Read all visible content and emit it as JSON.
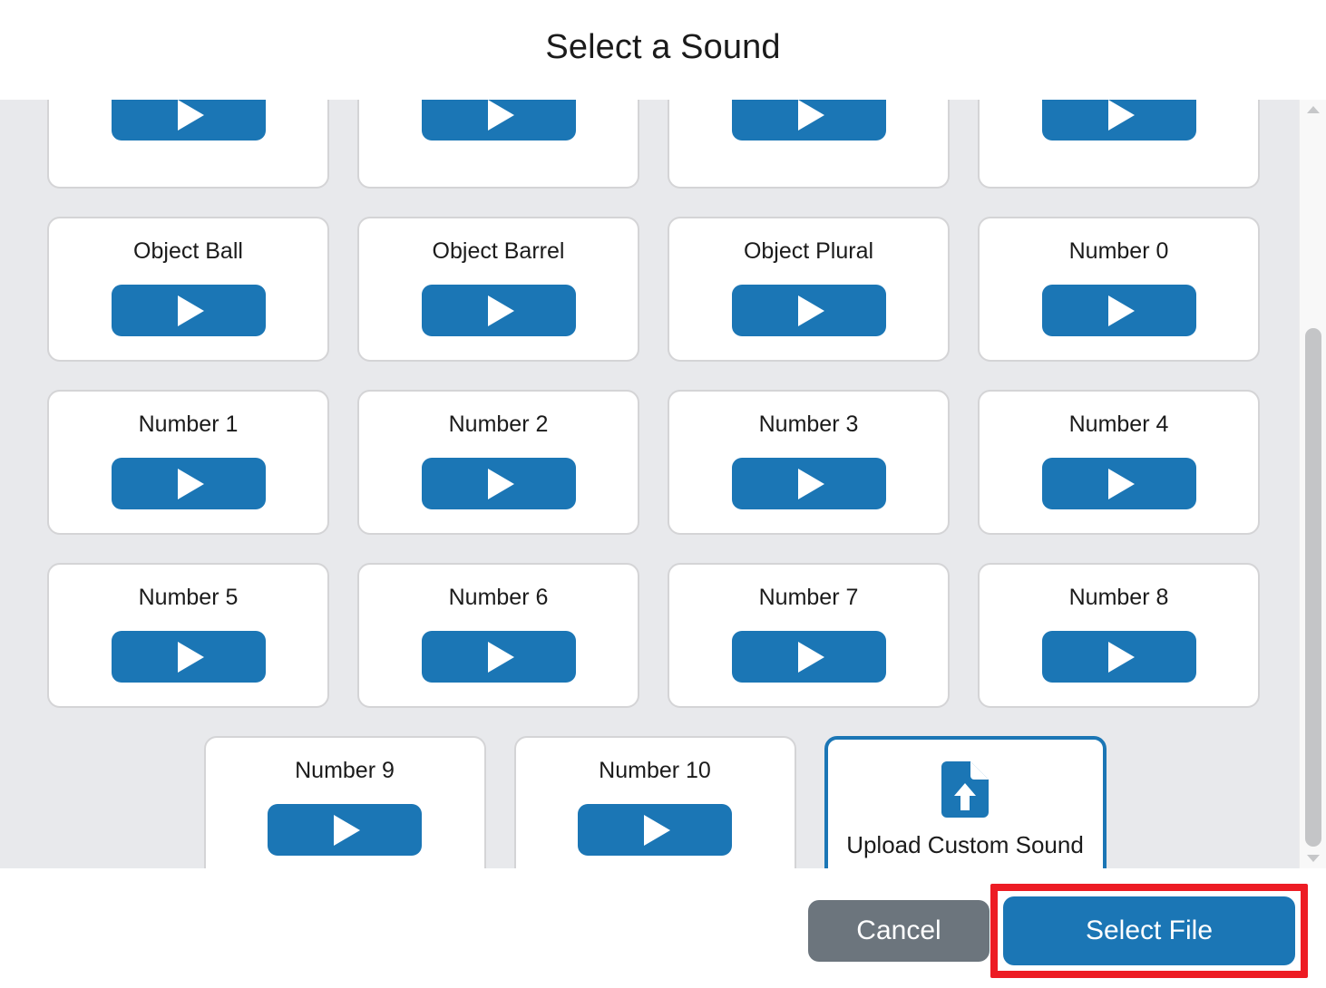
{
  "dialog": {
    "title": "Select a Sound"
  },
  "colors": {
    "accent_blue": "#1b76b5",
    "panel_bg": "#e8e9ec",
    "card_border": "#d4d4d6",
    "cancel_gray": "#6c757d",
    "highlight_red": "#ed1c24"
  },
  "grid": {
    "partial_top_row": [
      {
        "label": "",
        "play_icon": "play-icon"
      },
      {
        "label": "",
        "play_icon": "play-icon"
      },
      {
        "label": "",
        "play_icon": "play-icon"
      },
      {
        "label": "",
        "play_icon": "play-icon"
      }
    ],
    "sounds": [
      {
        "label": "Object Ball",
        "play_icon": "play-icon"
      },
      {
        "label": "Object Barrel",
        "play_icon": "play-icon"
      },
      {
        "label": "Object Plural",
        "play_icon": "play-icon"
      },
      {
        "label": "Number 0",
        "play_icon": "play-icon"
      },
      {
        "label": "Number 1",
        "play_icon": "play-icon"
      },
      {
        "label": "Number 2",
        "play_icon": "play-icon"
      },
      {
        "label": "Number 3",
        "play_icon": "play-icon"
      },
      {
        "label": "Number 4",
        "play_icon": "play-icon"
      },
      {
        "label": "Number 5",
        "play_icon": "play-icon"
      },
      {
        "label": "Number 6",
        "play_icon": "play-icon"
      },
      {
        "label": "Number 7",
        "play_icon": "play-icon"
      },
      {
        "label": "Number 8",
        "play_icon": "play-icon"
      }
    ],
    "last_row": [
      {
        "label": "Number 9",
        "play_icon": "play-icon"
      },
      {
        "label": "Number 10",
        "play_icon": "play-icon"
      }
    ],
    "upload": {
      "label": "Upload Custom Sound",
      "icon": "file-upload-icon",
      "selected": true
    }
  },
  "scrollbar": {
    "up_arrow": "chevron-up-icon",
    "down_arrow": "chevron-down-icon"
  },
  "footer": {
    "cancel_label": "Cancel",
    "select_label": "Select File"
  }
}
